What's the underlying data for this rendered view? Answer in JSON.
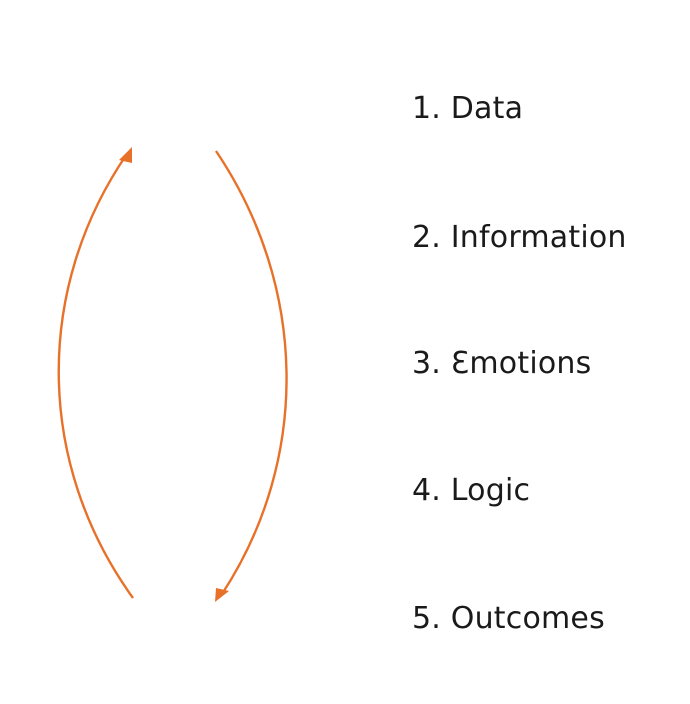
{
  "diagram": {
    "arrow_color": "#E8712A",
    "cycle_arrows": [
      {
        "name": "upward-arc",
        "direction": "up"
      },
      {
        "name": "downward-arc",
        "direction": "down"
      }
    ],
    "steps": [
      {
        "label": "1. Data"
      },
      {
        "label": "2. Information"
      },
      {
        "label": "3. Ɛmotions"
      },
      {
        "label": "4. Logic"
      },
      {
        "label": "5. Outcomes"
      }
    ]
  }
}
